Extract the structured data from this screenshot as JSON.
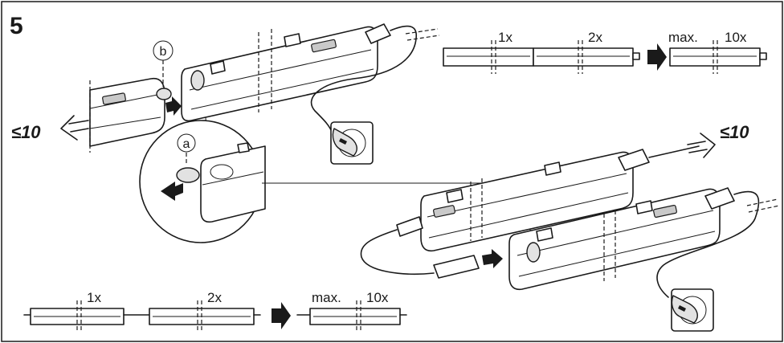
{
  "step_number": "5",
  "callouts": {
    "a": "a",
    "b": "b"
  },
  "limit_left": "≤10",
  "limit_right": "≤10",
  "top_sequence": {
    "first": "1x",
    "second": "2x",
    "max": "max.",
    "tenth": "10x"
  },
  "bottom_sequence": {
    "first": "1x",
    "second": "2x",
    "max": "max.",
    "tenth": "10x"
  }
}
